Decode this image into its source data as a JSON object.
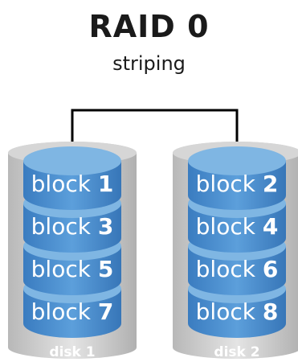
{
  "title": "RAID 0",
  "subtitle": "striping",
  "disks": [
    {
      "label": "disk 1",
      "blocks": [
        {
          "word": "block",
          "num": "1"
        },
        {
          "word": "block",
          "num": "3"
        },
        {
          "word": "block",
          "num": "5"
        },
        {
          "word": "block",
          "num": "7"
        }
      ]
    },
    {
      "label": "disk 2",
      "blocks": [
        {
          "word": "block",
          "num": "2"
        },
        {
          "word": "block",
          "num": "4"
        },
        {
          "word": "block",
          "num": "6"
        },
        {
          "word": "block",
          "num": "8"
        }
      ]
    }
  ],
  "colors": {
    "block_top": "#7fb6e3",
    "block_side": "#3f84c8",
    "block_side_light": "#5a9ad4",
    "disk_body": "#c9c9c9",
    "connector": "#000000"
  }
}
